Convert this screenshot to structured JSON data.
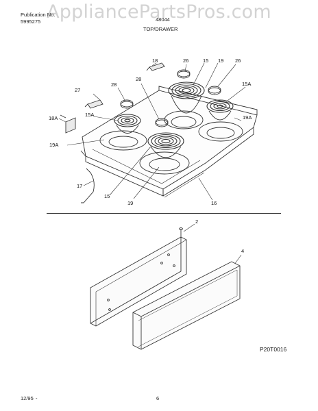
{
  "header": {
    "publication_label": "Publication No.",
    "publication_number": "5995275",
    "model": "48044",
    "section_title": "TOP/DRAWER"
  },
  "watermark": "AppliancePartsPros.com",
  "callouts": {
    "c18": "18",
    "c26a": "26",
    "c15a": "15",
    "c19a": "19",
    "c26b": "26",
    "c27": "27",
    "c28a": "28",
    "c28b": "28",
    "c15A_right": "15A",
    "c18A": "18A",
    "c15A_left": "15A",
    "c19A_right": "19A",
    "c19A_left": "19A",
    "c17": "17",
    "c15b": "15",
    "c19b": "19",
    "c16": "16",
    "c2": "2",
    "c4": "4"
  },
  "figure_code": "P20T0016",
  "footer": {
    "date": "12/95",
    "dash": "-",
    "page": "6"
  }
}
